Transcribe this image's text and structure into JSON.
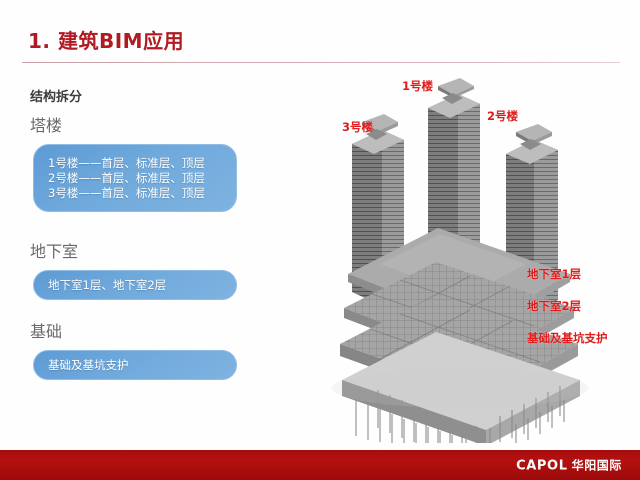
{
  "slide": {
    "title": "1. 建筑BIM应用",
    "title_color": "#b01a22"
  },
  "left_panel": {
    "section_heading": "结构拆分",
    "groups": [
      {
        "label": "塔楼",
        "box_lines": [
          "1号楼——首层、标准层、顶层",
          "2号楼——首层、标准层、顶层",
          "3号楼——首层、标准层、顶层"
        ]
      },
      {
        "label": "地下室",
        "box_lines": [
          "地下室1层、地下室2层"
        ]
      },
      {
        "label": "基础",
        "box_lines": [
          "基础及基坑支护"
        ]
      }
    ],
    "box_color": "#5d9bd4"
  },
  "model": {
    "tower_labels": [
      {
        "text": "1号楼"
      },
      {
        "text": "2号楼"
      },
      {
        "text": "3号楼"
      }
    ],
    "part_labels": [
      {
        "text": "地下室1层"
      },
      {
        "text": "地下室2层"
      },
      {
        "text": "基础及基坑支护"
      }
    ],
    "label_color": "#e01b1b"
  },
  "footer": {
    "brand_latin": "CAPOL",
    "brand_cn": "华阳国际",
    "bar_color": "#a60c0c"
  }
}
